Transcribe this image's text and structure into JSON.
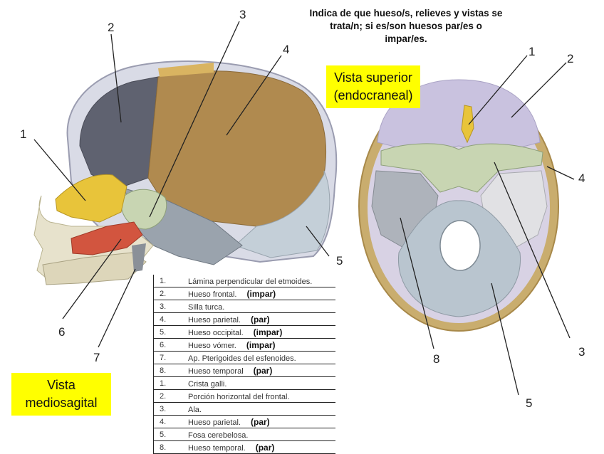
{
  "instruction": {
    "line1": "Indica de que hueso/s, relieves  y vistas se",
    "line2": "trata/n; si es/son huesos par/es o",
    "line3": "impar/es."
  },
  "labels": {
    "vista_superior_1": "Vista superior",
    "vista_superior_2": "(endocraneal)",
    "vista_mediosagital_1": "Vista",
    "vista_mediosagital_2": "mediosagital"
  },
  "sagittal_markers": [
    "1",
    "2",
    "3",
    "4",
    "5",
    "6",
    "7"
  ],
  "superior_markers": [
    "1",
    "2",
    "3",
    "4",
    "5",
    "8"
  ],
  "legend": [
    {
      "num": "1.",
      "text": "Lámina perpendicular del etmoides.",
      "tag": ""
    },
    {
      "num": "2.",
      "text": "Hueso frontal.",
      "tag": "(impar)"
    },
    {
      "num": "3.",
      "text": "Silla turca.",
      "tag": ""
    },
    {
      "num": "4.",
      "text": "Hueso parietal.",
      "tag": "(par)"
    },
    {
      "num": "5.",
      "text": "Hueso occipital.",
      "tag": "(impar)"
    },
    {
      "num": "6.",
      "text": "Hueso vómer.",
      "tag": "(impar)"
    },
    {
      "num": "7.",
      "text": "Ap. Pterigoides del esfenoides.",
      "tag": ""
    },
    {
      "num": "8.",
      "text": "Hueso temporal",
      "tag": "(par)"
    },
    {
      "num": "1.",
      "text": "Crista galli.",
      "tag": ""
    },
    {
      "num": "2.",
      "text": "Porción horizontal del frontal.",
      "tag": ""
    },
    {
      "num": "3.",
      "text": "Ala.",
      "tag": ""
    },
    {
      "num": "4.",
      "text": "Hueso parietal.",
      "tag": "(par)"
    },
    {
      "num": "5.",
      "text": "Fosa cerebelosa.",
      "tag": ""
    },
    {
      "num": "8.",
      "text": "Hueso temporal.",
      "tag": "(par)"
    }
  ],
  "colors": {
    "frontal_gray": "#5f6270",
    "parietal_tan": "#b08a4f",
    "ethmoid_yellow": "#e8c43a",
    "vomer_red": "#d2553f",
    "sphenoid_green": "#c8d5b2",
    "occipital_blue": "#b9c5cf",
    "skull_lilac": "#c9c2df",
    "suture_tan": "#d9b461",
    "label_yellow": "#ffff00"
  }
}
